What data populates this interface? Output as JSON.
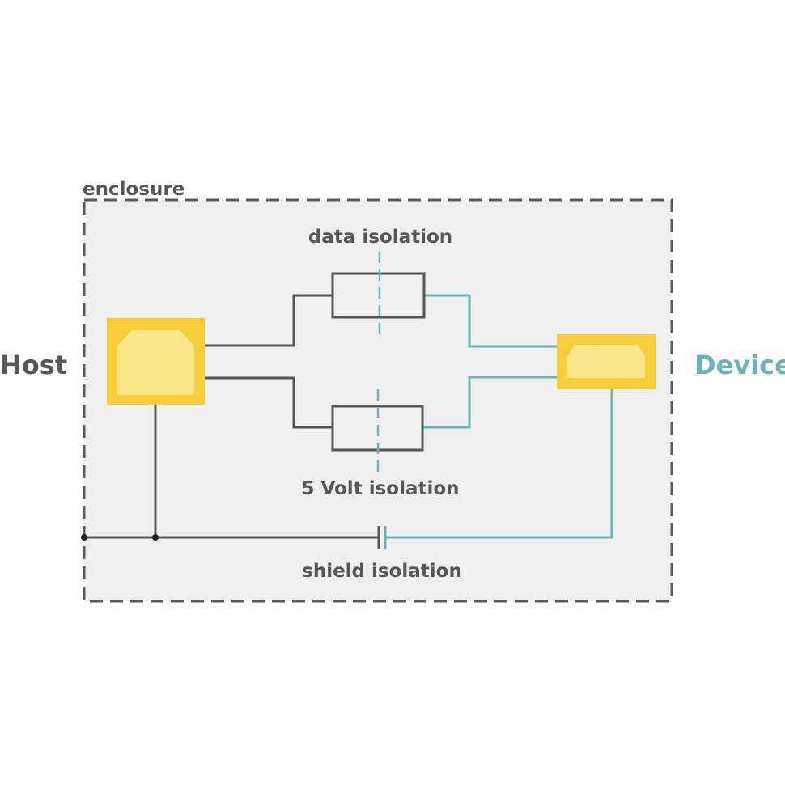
{
  "labels": {
    "enclosure": "enclosure",
    "data_isolation": "data isolation",
    "volt_isolation": "5 Volt isolation",
    "shield_isolation": "shield isolation",
    "host": "Host",
    "device": "Device"
  },
  "colors": {
    "dark_wire": "#555555",
    "teal_wire": "#6cb3b5",
    "connector_outer": "#f7cd3a",
    "connector_inner": "#fbe68c",
    "enclosure_fill": "#f0f0f0",
    "enclosure_border": "#5a5a5a",
    "text_dark": "#575757",
    "text_teal": "#6cb3b5"
  },
  "icons": {
    "host_connector": "usb-b-connector-icon",
    "device_connector": "usb-connector-icon",
    "data_isolator": "isolator-icon",
    "power_isolator": "isolator-icon",
    "shield_capacitor": "capacitor-icon"
  }
}
